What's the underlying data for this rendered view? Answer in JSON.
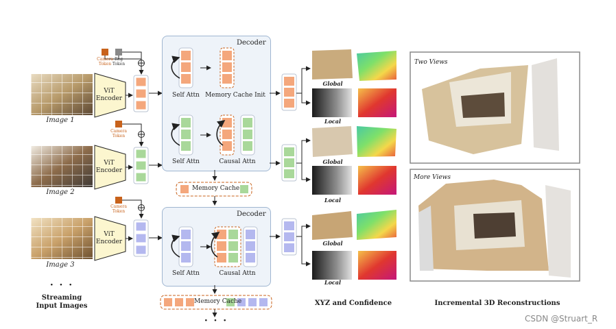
{
  "inputs": {
    "image_labels": [
      "Image 1",
      "Image 2",
      "Image 3"
    ],
    "ellipsis": "· · ·",
    "caption_line1": "Streaming",
    "caption_line2": "Input Images"
  },
  "encoder": {
    "line1": "ViT",
    "line2": "Encoder"
  },
  "tokens": {
    "camera_line1": "Camera",
    "camera_line2": "Token",
    "reg_line1": "Reg",
    "reg_line2": "Token",
    "plus": "⊕"
  },
  "decoder1": {
    "title": "Decoder",
    "self_attn": "Self Attn",
    "memory_init": "Memory Cache Init"
  },
  "decoder2": {
    "self_attn": "Self Attn",
    "causal_attn": "Causal Attn"
  },
  "decoder3": {
    "title": "Decoder",
    "self_attn": "Self Attn",
    "causal_attn": "Causal Attn"
  },
  "memory_cache": {
    "label": "Memory Cache",
    "ellipsis": "· · ·"
  },
  "outputs": {
    "global": "Global",
    "local": "Local",
    "caption": "XYZ and Confidence"
  },
  "reconstructions": {
    "two_views": "Two Views",
    "more_views": "More Views",
    "caption": "Incremental 3D Reconstructions"
  },
  "watermark": "CSDN @Struart_R",
  "colors": {
    "orange_token": "#f4a77c",
    "green_token": "#a9d89a",
    "blue_token": "#b4b8ef",
    "decoder_bg": "#eef3f9",
    "accent_orange": "#c8621b"
  }
}
